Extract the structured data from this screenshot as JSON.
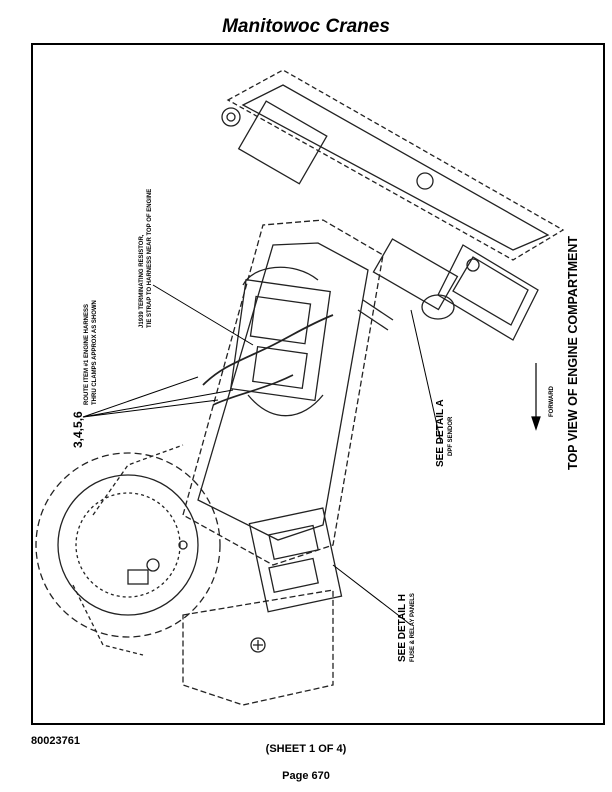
{
  "header": {
    "brand": "Manitowoc Cranes"
  },
  "footer": {
    "doc_number": "80023761",
    "sheet": "(SHEET 1 OF 4)",
    "page": "Page 670"
  },
  "drawing": {
    "title": "TOP VIEW OF ENGINE COMPARTMENT",
    "forward": "FORWARD",
    "callout_items": "3,4,5,6",
    "route_line1": "ROUTE ITEM #1 ENGINE HARNESS",
    "route_line2": "THRU CLAMPS APPROX AS SHOWN",
    "resistor_line1": "J1939 TERMINATING RESISTOR,",
    "resistor_line2": "TIE STRAP TO HARNESS NEAR TOP OF ENGINE",
    "detail_a": "SEE DETAIL A",
    "detail_a_sub": "DPF SENDOR",
    "detail_h": "SEE DETAIL H",
    "detail_h_sub": "FUSE & RELAY PANELS"
  }
}
